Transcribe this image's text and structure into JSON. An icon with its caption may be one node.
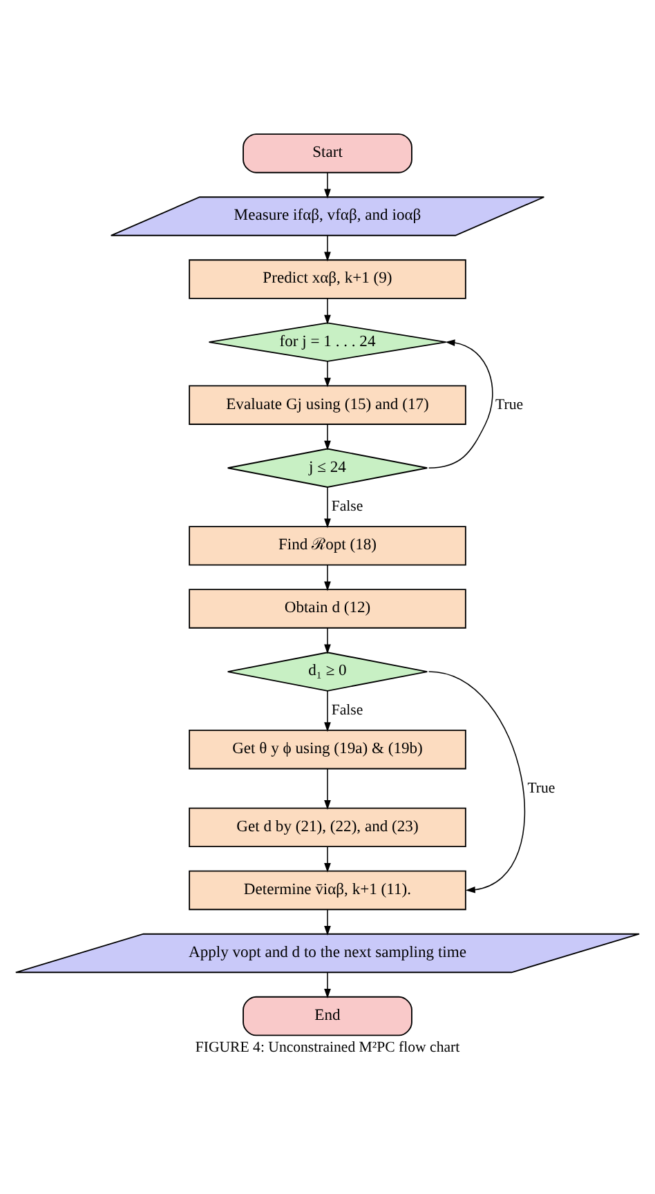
{
  "diagram": {
    "caption": "FIGURE 4: Unconstrained M²PC flow chart",
    "nodes": [
      {
        "text": [
          "Start"
        ]
      },
      {
        "text": [
          "Measure ifαβ, vfαβ, and ioαβ"
        ]
      },
      {
        "text": [
          "Predict xαβ, k+1 (9)"
        ]
      },
      {
        "text": [
          "for j = 1 . . . 24"
        ]
      },
      {
        "text": [
          "Evaluate Gj using (15) and (17)"
        ]
      },
      {
        "text": [
          "j ≤ 24"
        ]
      },
      {
        "text": [
          "Find ℛopt (18)"
        ]
      },
      {
        "text": [
          "Obtain d (12)"
        ]
      },
      {
        "text": [
          "d₁ ≥ 0"
        ]
      },
      {
        "text": [
          "Get θ y ϕ using (19a) & (19b)"
        ]
      },
      {
        "text": [
          "Get d by (21), (22), and (23)"
        ]
      },
      {
        "text": [
          "Determine v̄iαβ, k+1 (11)."
        ]
      },
      {
        "text": [
          "Apply vopt and d to the next sampling time"
        ]
      },
      {
        "text": [
          "End"
        ]
      }
    ],
    "edges": [
      {
        "from": 0,
        "to": 1,
        "arrow": "to"
      },
      {
        "from": 1,
        "to": 2,
        "arrow": "to"
      },
      {
        "from": 2,
        "to": 3,
        "arrow": "to"
      },
      {
        "from": 3,
        "to": 4,
        "arrow": "to"
      },
      {
        "from": 4,
        "to": 5,
        "arrow": "to"
      },
      {
        "from": 5,
        "to": 6,
        "arrow": "to",
        "label": "False"
      },
      {
        "from": 6,
        "to": 7,
        "arrow": "to"
      },
      {
        "from": 7,
        "to": 8,
        "arrow": "to"
      },
      {
        "from": 8,
        "to": 9,
        "arrow": "to",
        "label": "False"
      },
      {
        "from": 9,
        "to": 10,
        "arrow": "to"
      },
      {
        "from": 10,
        "to": 11,
        "arrow": "to"
      },
      {
        "from": 11,
        "to": 12,
        "arrow": "to"
      },
      {
        "from": 12,
        "to": 13,
        "arrow": "to"
      },
      {
        "from": 5,
        "to": 3,
        "arrow": "to",
        "label": "True"
      },
      {
        "from": 8,
        "to": 11,
        "arrow": "to",
        "label": "True"
      }
    ]
  }
}
